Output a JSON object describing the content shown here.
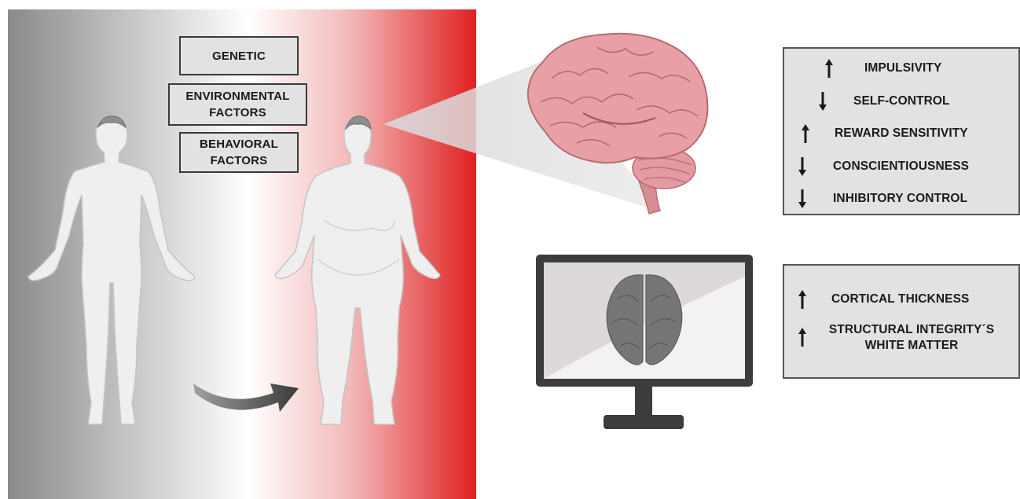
{
  "factors": {
    "genetic": "GENETIC",
    "environmental": [
      "ENVIRONMENTAL",
      "FACTORS"
    ],
    "behavioral": [
      "BEHAVIORAL",
      "FACTORS"
    ]
  },
  "psych_traits": [
    {
      "direction": "up",
      "label": "IMPULSIVITY"
    },
    {
      "direction": "down",
      "label": "SELF-CONTROL"
    },
    {
      "direction": "up",
      "label": "REWARD SENSITIVITY"
    },
    {
      "direction": "down",
      "label": "CONSCIENTIOUSNESS"
    },
    {
      "direction": "down",
      "label": "INHIBITORY CONTROL"
    }
  ],
  "brain_traits": [
    {
      "direction": "up",
      "label": "CORTICAL THICKNESS"
    },
    {
      "direction": "up",
      "label": [
        "STRUCTURAL INTEGRITY´S",
        "WHITE MATTER"
      ]
    }
  ],
  "colors": {
    "left_gradient_start": "#8a8a8a",
    "right_gradient_end": "#e02020",
    "brain_pink": "#e8a0a6",
    "panel_bg": "#e2e2e2"
  },
  "icons": [
    "person-normal-weight",
    "person-obese",
    "transition-arrow",
    "brain-side-view",
    "monitor-brain-scan",
    "up-arrow",
    "down-arrow"
  ]
}
